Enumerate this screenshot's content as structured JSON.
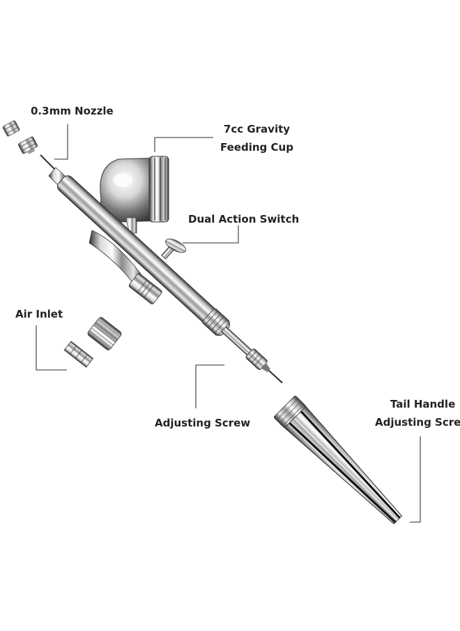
{
  "labels": {
    "nozzle": "0.3mm Nozzle",
    "cup_line1": "7cc Gravity",
    "cup_line2": "Feeding Cup",
    "switch": "Dual Action Switch",
    "air_inlet": "Air Inlet",
    "adjusting_screw": "Adjusting Screw",
    "tail_line1": "Tail Handle",
    "tail_line2": "Adjusting Screw"
  },
  "colors": {
    "background": "#ffffff",
    "text": "#222222",
    "leader_line": "#555555",
    "chrome_dark": "#2a2a2a",
    "chrome_light": "#f4f4f4"
  }
}
